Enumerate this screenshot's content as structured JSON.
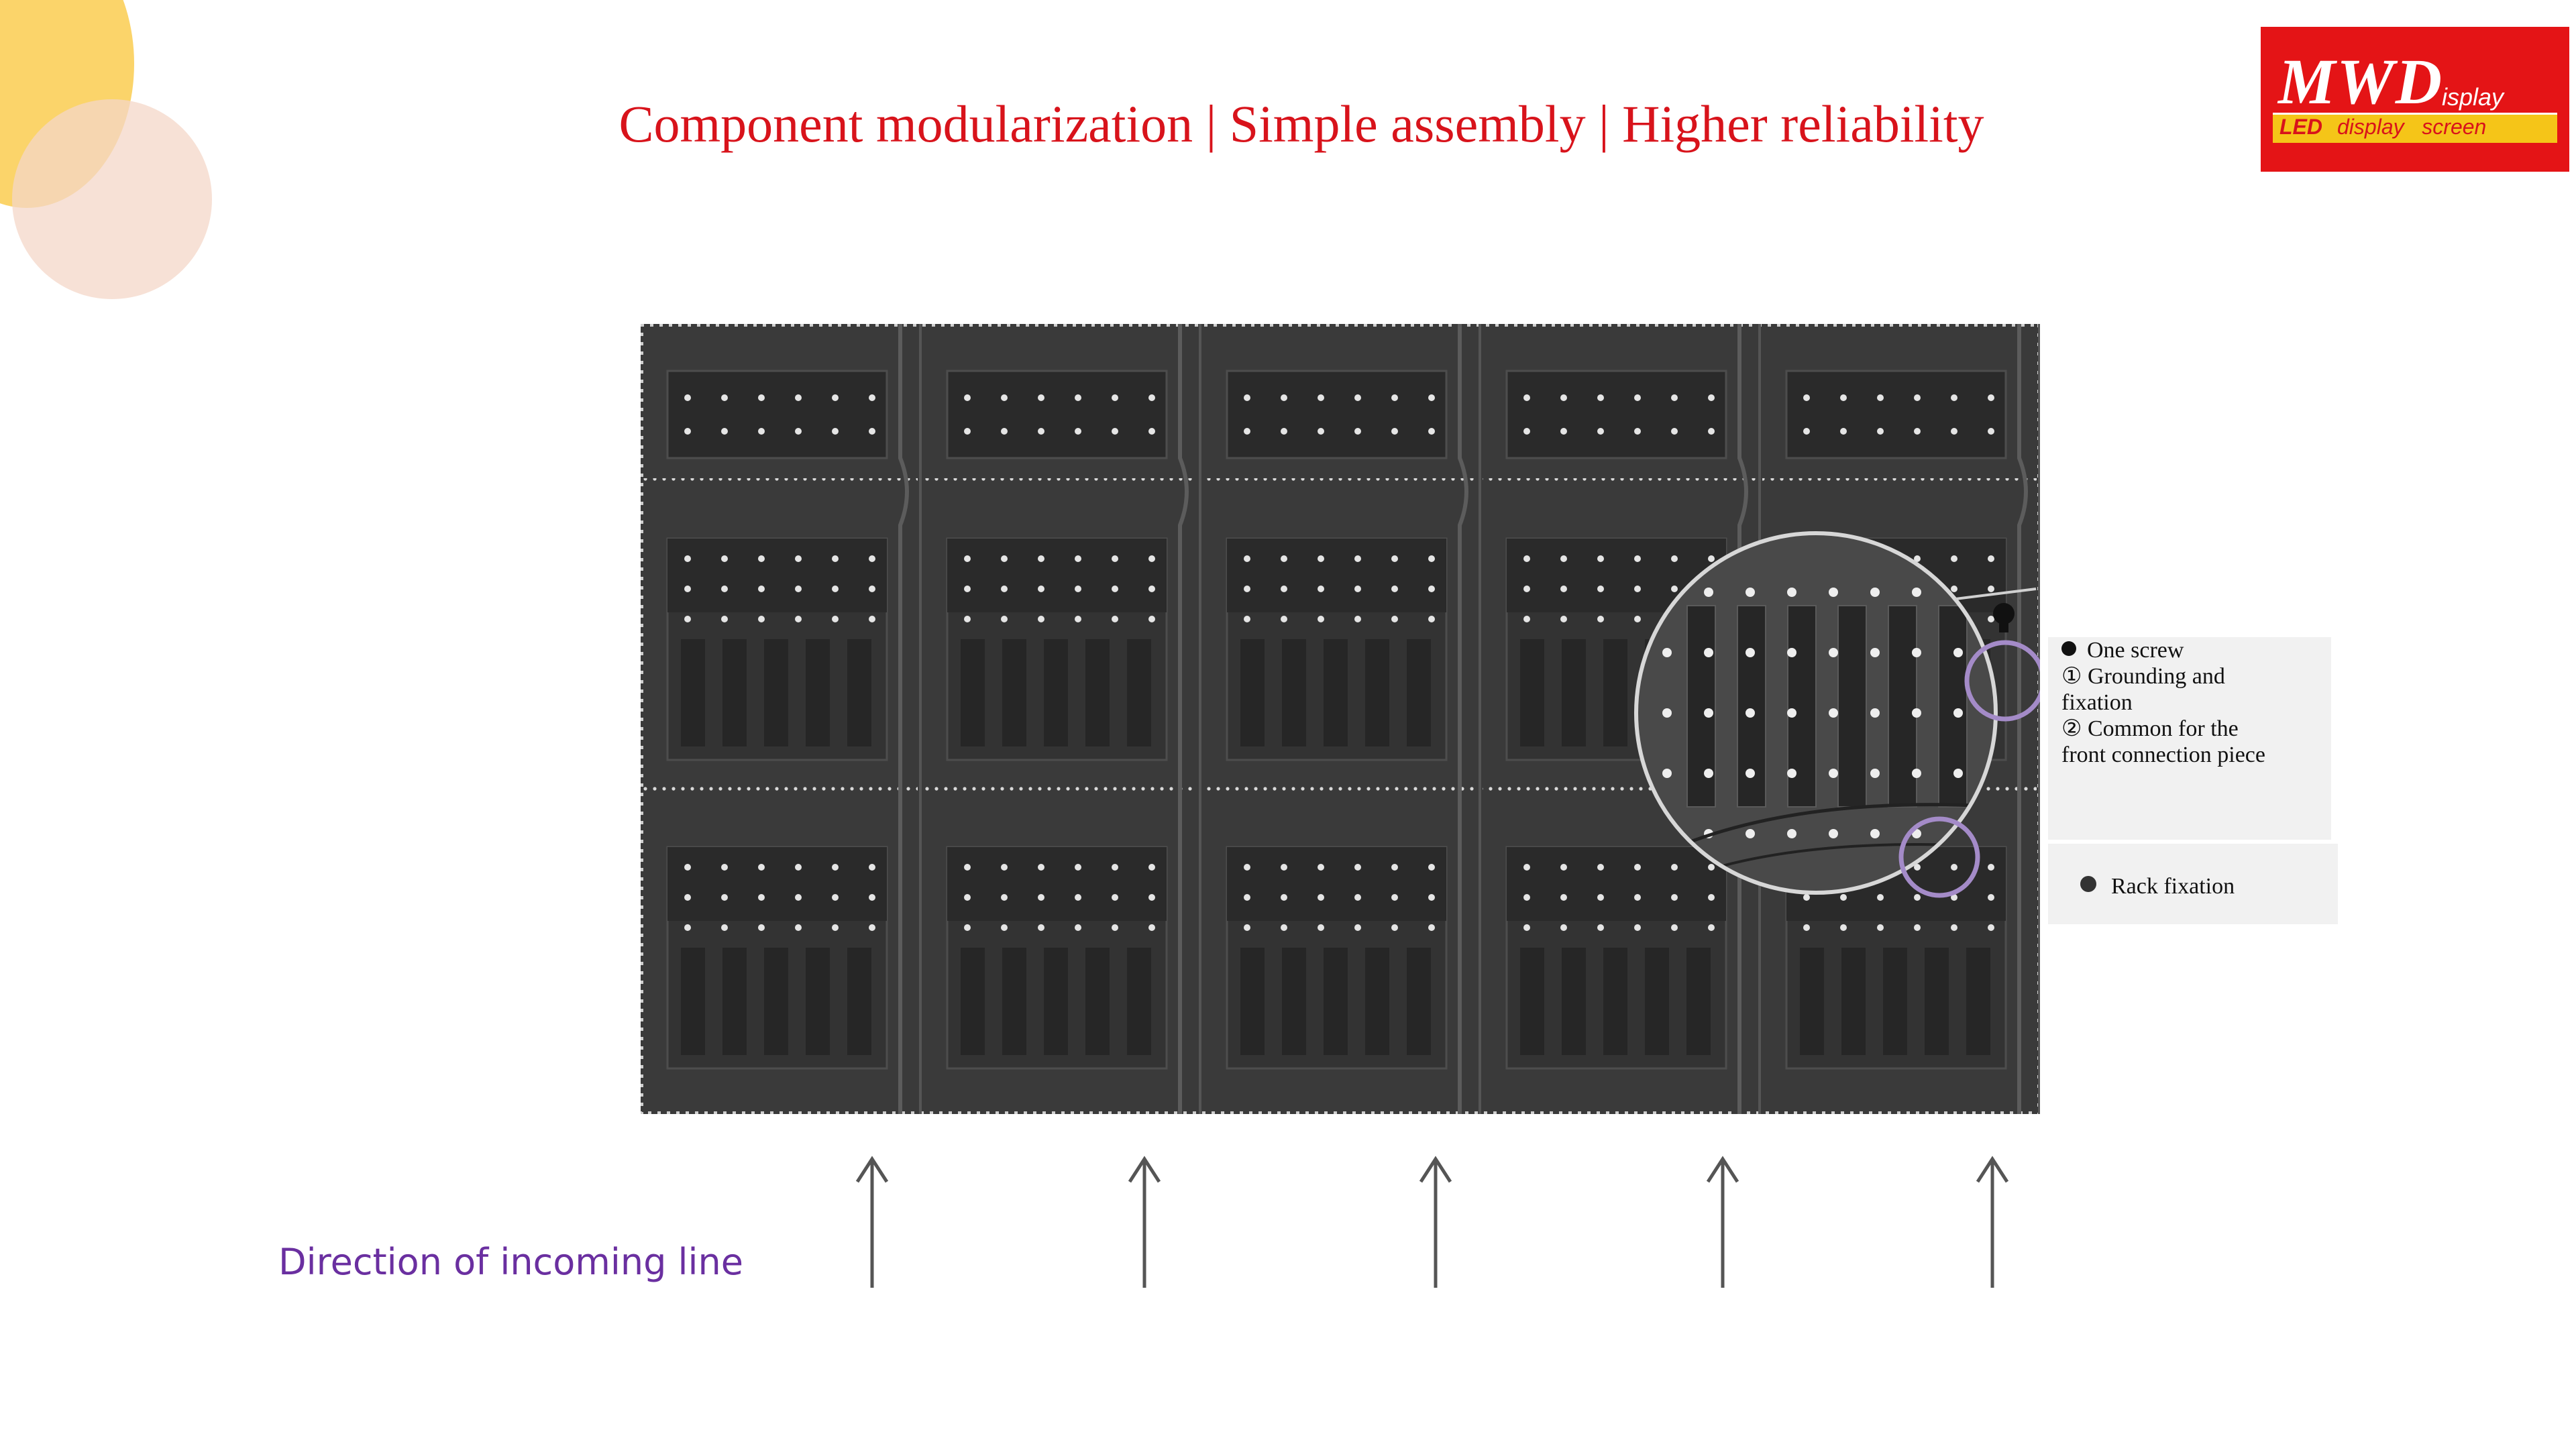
{
  "title": "Component modularization | Simple assembly | Higher reliability",
  "logo": {
    "brand_main": "MWD",
    "brand_suffix": "isplay",
    "tagline_word1": "LED",
    "tagline_word2": "display",
    "tagline_word3": "screen"
  },
  "callout_primary": {
    "heading": "One screw",
    "point1_line1": "① Grounding and",
    "point1_line2": "fixation",
    "point2_line1": "② Common for the",
    "point2_line2": "front connection piece"
  },
  "callout_secondary": {
    "label": "Rack fixation"
  },
  "incoming": {
    "label": "Direction of incoming line",
    "arrow_count": 5
  },
  "colors": {
    "title": "#d8131b",
    "logo_bg": "#e41416",
    "logo_bar": "#f5c518",
    "direction_text": "#6a2fa0",
    "highlight_ring": "#a48bc8",
    "panel_bg": "#3a3a3a"
  }
}
